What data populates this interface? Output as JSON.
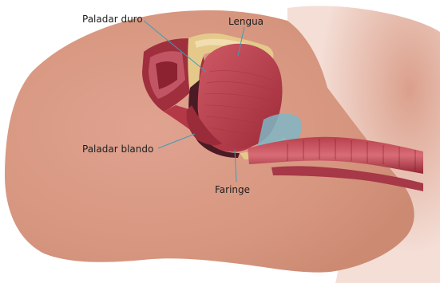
{
  "labels": {
    "hard_palate": "Paladar duro",
    "tongue": "Lengua",
    "soft_palate": "Paladar blando",
    "pharynx": "Faringe"
  },
  "colors": {
    "skin": "#d99a84",
    "skin_glow": "#e3a995",
    "tissue_red": "#b63a47",
    "muscle": "#c14d5a",
    "muscle_dark": "#8c2230",
    "bone": "#e4c98b",
    "leader_line": "#3c9db7",
    "airway": "#5a2530"
  }
}
